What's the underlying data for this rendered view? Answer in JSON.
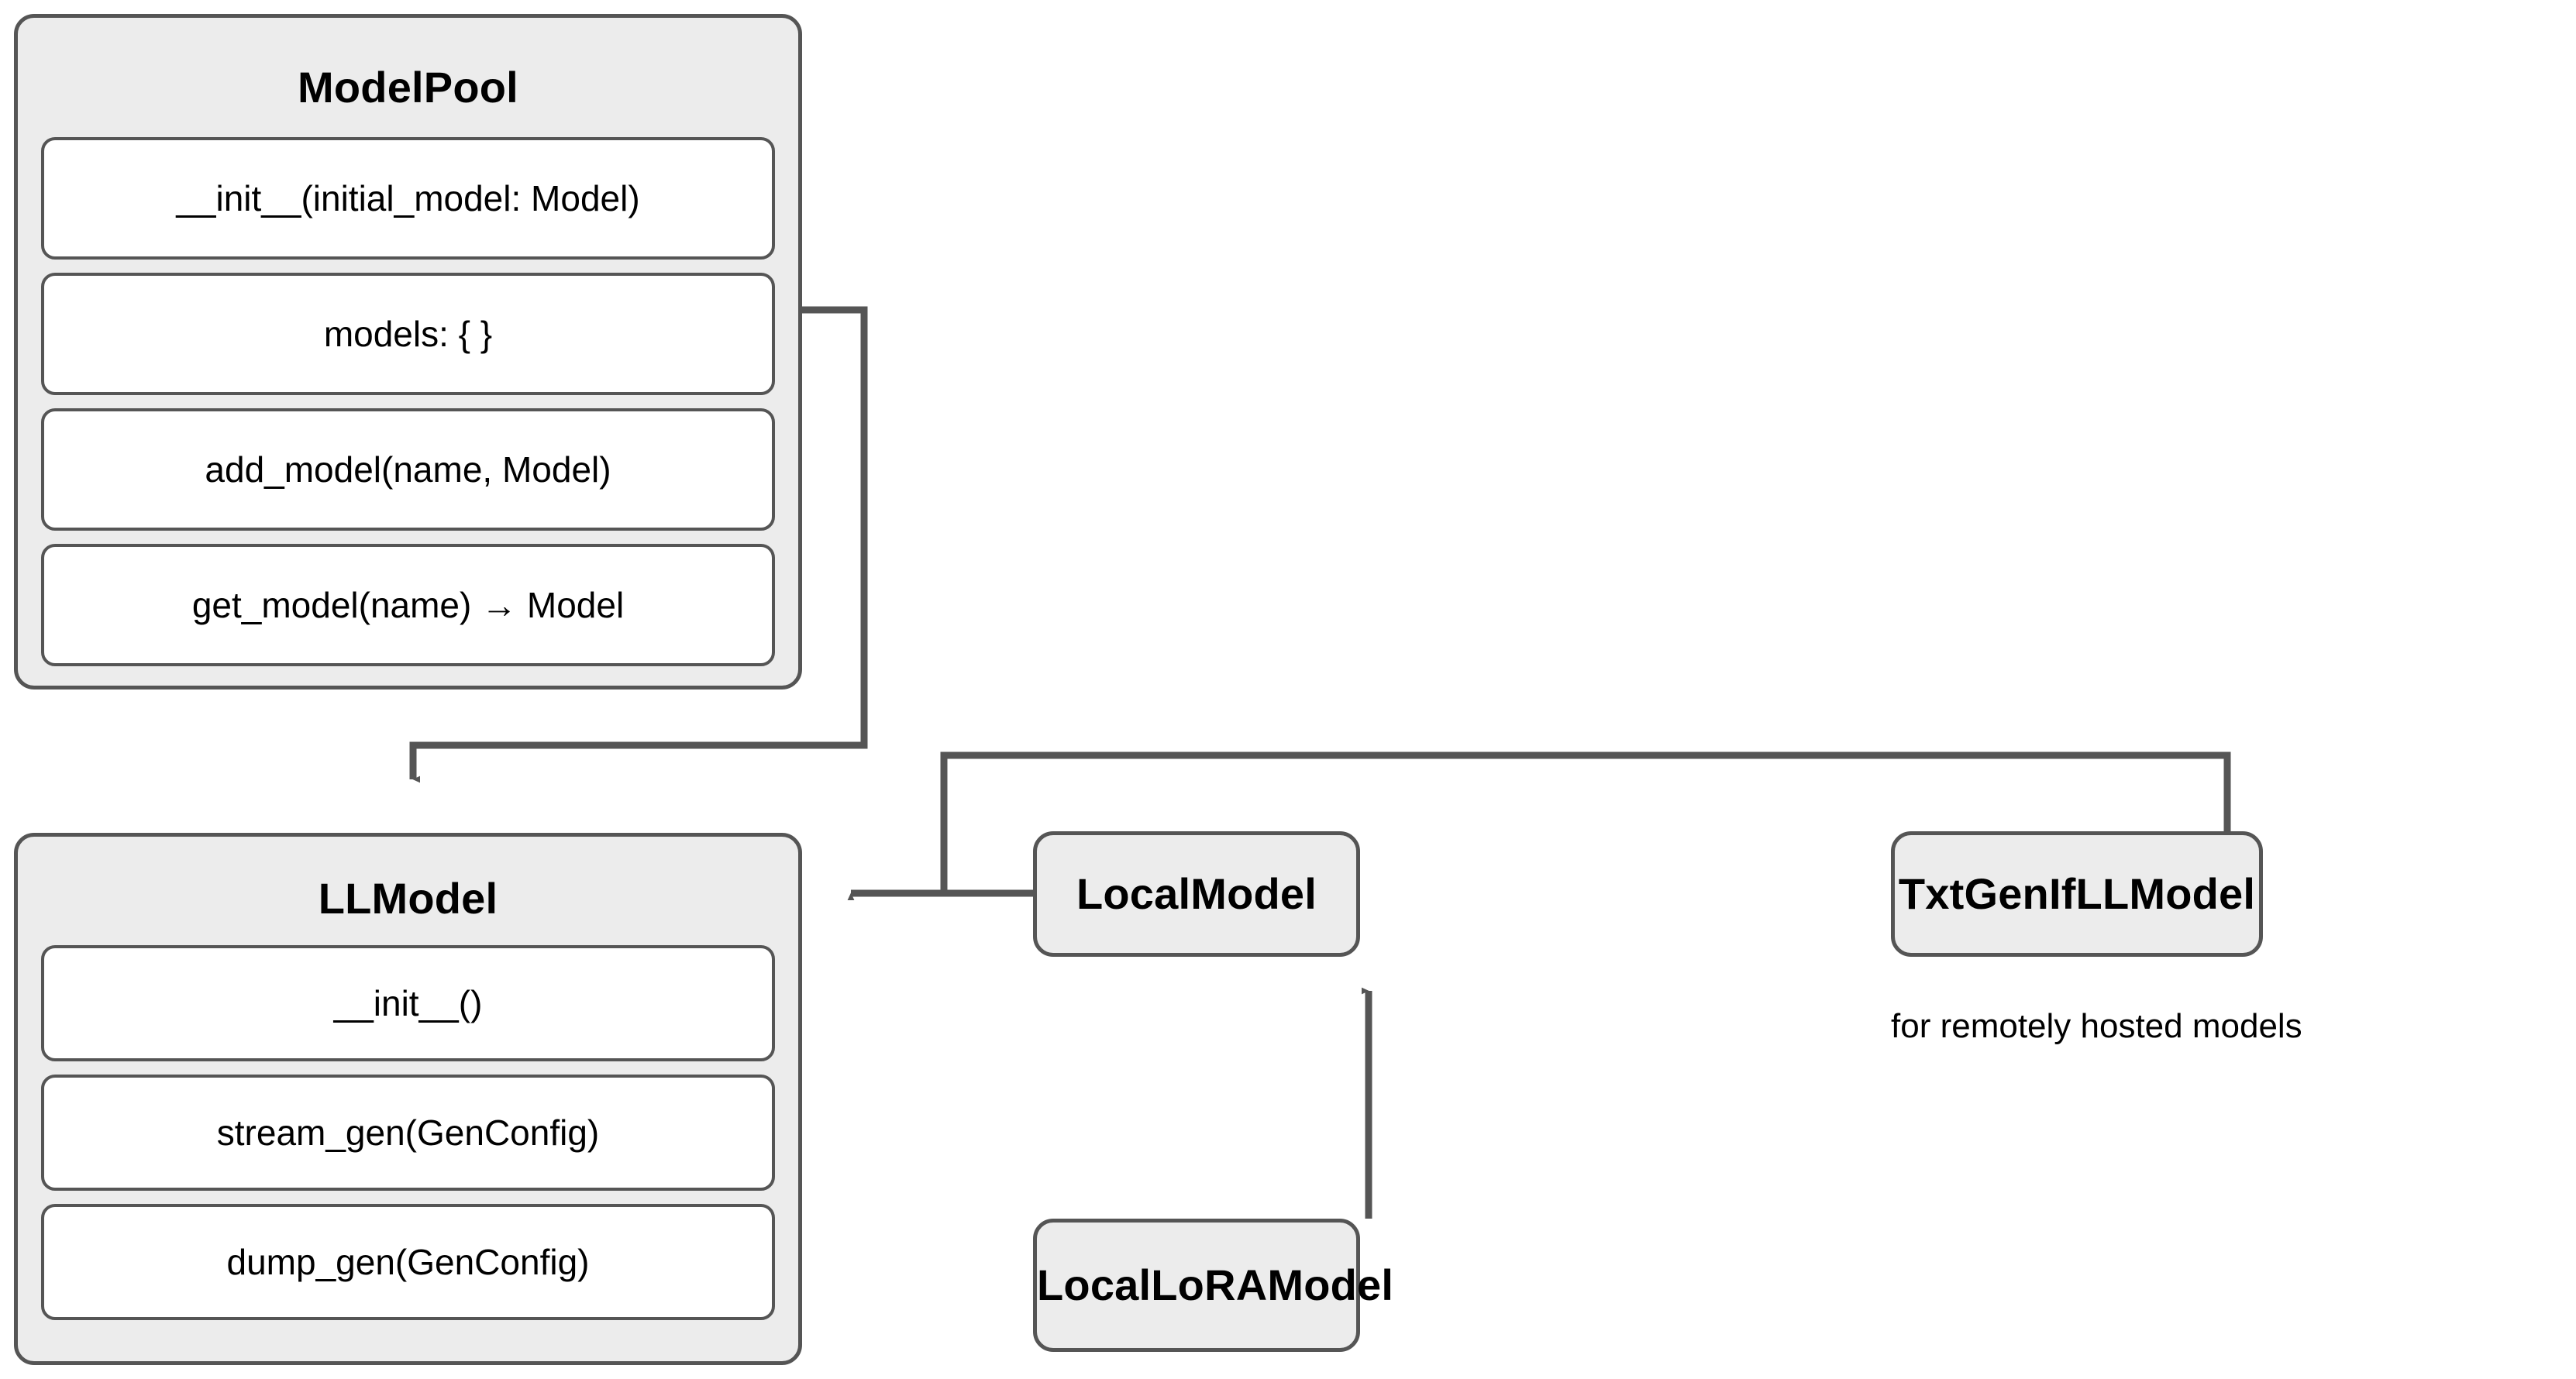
{
  "diagram": {
    "type": "uml-class-diagram",
    "background": "#ffffff",
    "box_fill": "#ececec",
    "row_fill": "#ffffff",
    "stroke": "#555555",
    "text_color": "#000000"
  },
  "classes": {
    "model_pool": {
      "name": "ModelPool",
      "members": [
        "__init__(initial_model: Model)",
        "models: { }",
        "add_model(name, Model)",
        "get_model(name) → Model"
      ]
    },
    "ll_model": {
      "name": "LLModel",
      "members": [
        "__init__()",
        "stream_gen(GenConfig)",
        "dump_gen(GenConfig)"
      ]
    },
    "local_model": {
      "name": "LocalModel",
      "members": []
    },
    "txt_gen_if_ll_model": {
      "name": "TxtGenIfLLModel",
      "members": [],
      "caption": "for remotely hosted models"
    },
    "local_lora_model": {
      "name": "LocalLoRAModel",
      "members": []
    }
  },
  "edges": [
    {
      "id": "modelpool-to-llmodel",
      "from": "ModelPool.models",
      "to": "LLModel",
      "arrow": "open-filled-down",
      "style": "orthogonal"
    },
    {
      "id": "localmodel-to-llmodel",
      "from": "LocalModel",
      "to": "LLModel",
      "arrow": "open-filled-left",
      "style": "orthogonal"
    },
    {
      "id": "txtgenif-to-llmodel",
      "from": "TxtGenIfLLModel",
      "to": "LLModel",
      "arrow": "shared-bus",
      "style": "orthogonal"
    },
    {
      "id": "localloramodel-to-localmodel",
      "from": "LocalLoRAModel",
      "to": "LocalModel",
      "arrow": "open-filled-up",
      "style": "straight"
    }
  ]
}
